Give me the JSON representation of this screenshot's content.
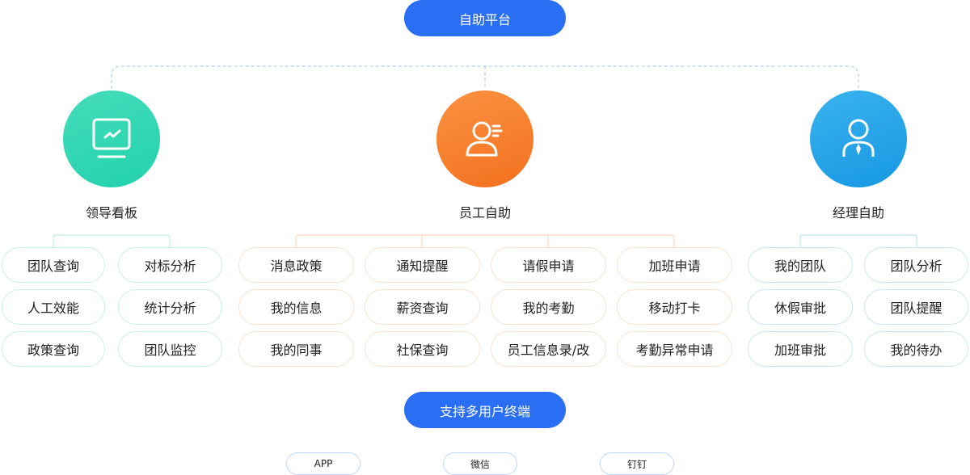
{
  "title": "自助平台",
  "terminals_title": "支持多用户终端",
  "terminals": [
    "APP",
    "微信",
    "钉钉"
  ],
  "colors": {
    "primary": "#2a6ef3",
    "green": "#22d2ad",
    "orange": "#f2701f",
    "blue": "#1698e3"
  },
  "groups": [
    {
      "name": "领导看板",
      "icon": "monitor-chart-icon",
      "items": [
        "团队查询",
        "对标分析",
        "人工效能",
        "统计分析",
        "政策查询",
        "团队监控"
      ]
    },
    {
      "name": "员工自助",
      "icon": "user-list-icon",
      "items": [
        "消息政策",
        "通知提醒",
        "请假申请",
        "加班申请",
        "我的信息",
        "薪资查询",
        "我的考勤",
        "移动打卡",
        "我的同事",
        "社保查询",
        "员工信息录/改",
        "考勤异常申请"
      ]
    },
    {
      "name": "经理自助",
      "icon": "manager-icon",
      "items": [
        "我的团队",
        "团队分析",
        "休假审批",
        "团队提醒",
        "加班审批",
        "我的待办"
      ]
    }
  ]
}
